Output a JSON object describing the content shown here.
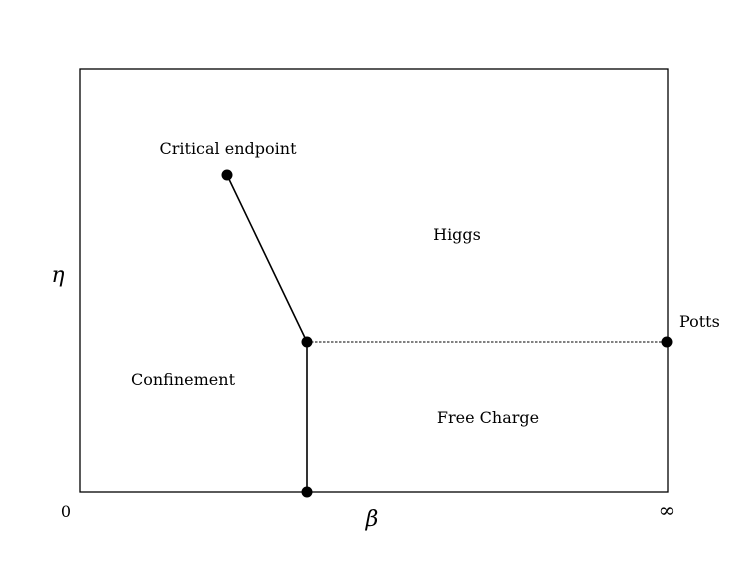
{
  "diagram": {
    "x_axis_symbol": "β",
    "y_axis_symbol": "η",
    "x_min_label": "0",
    "x_max_label": "∞",
    "regions": {
      "higgs": "Higgs",
      "confinement": "Confinement",
      "free_charge": "Free Charge"
    },
    "points": {
      "critical_endpoint": "Critical endpoint",
      "potts": "Potts"
    },
    "line_style": {
      "confinement_higgs_boundary": "solid",
      "confinement_free_charge_boundary": "solid",
      "higgs_free_charge_boundary": "dashed"
    },
    "colors": {
      "ink": "#000000",
      "background": "#ffffff"
    }
  }
}
